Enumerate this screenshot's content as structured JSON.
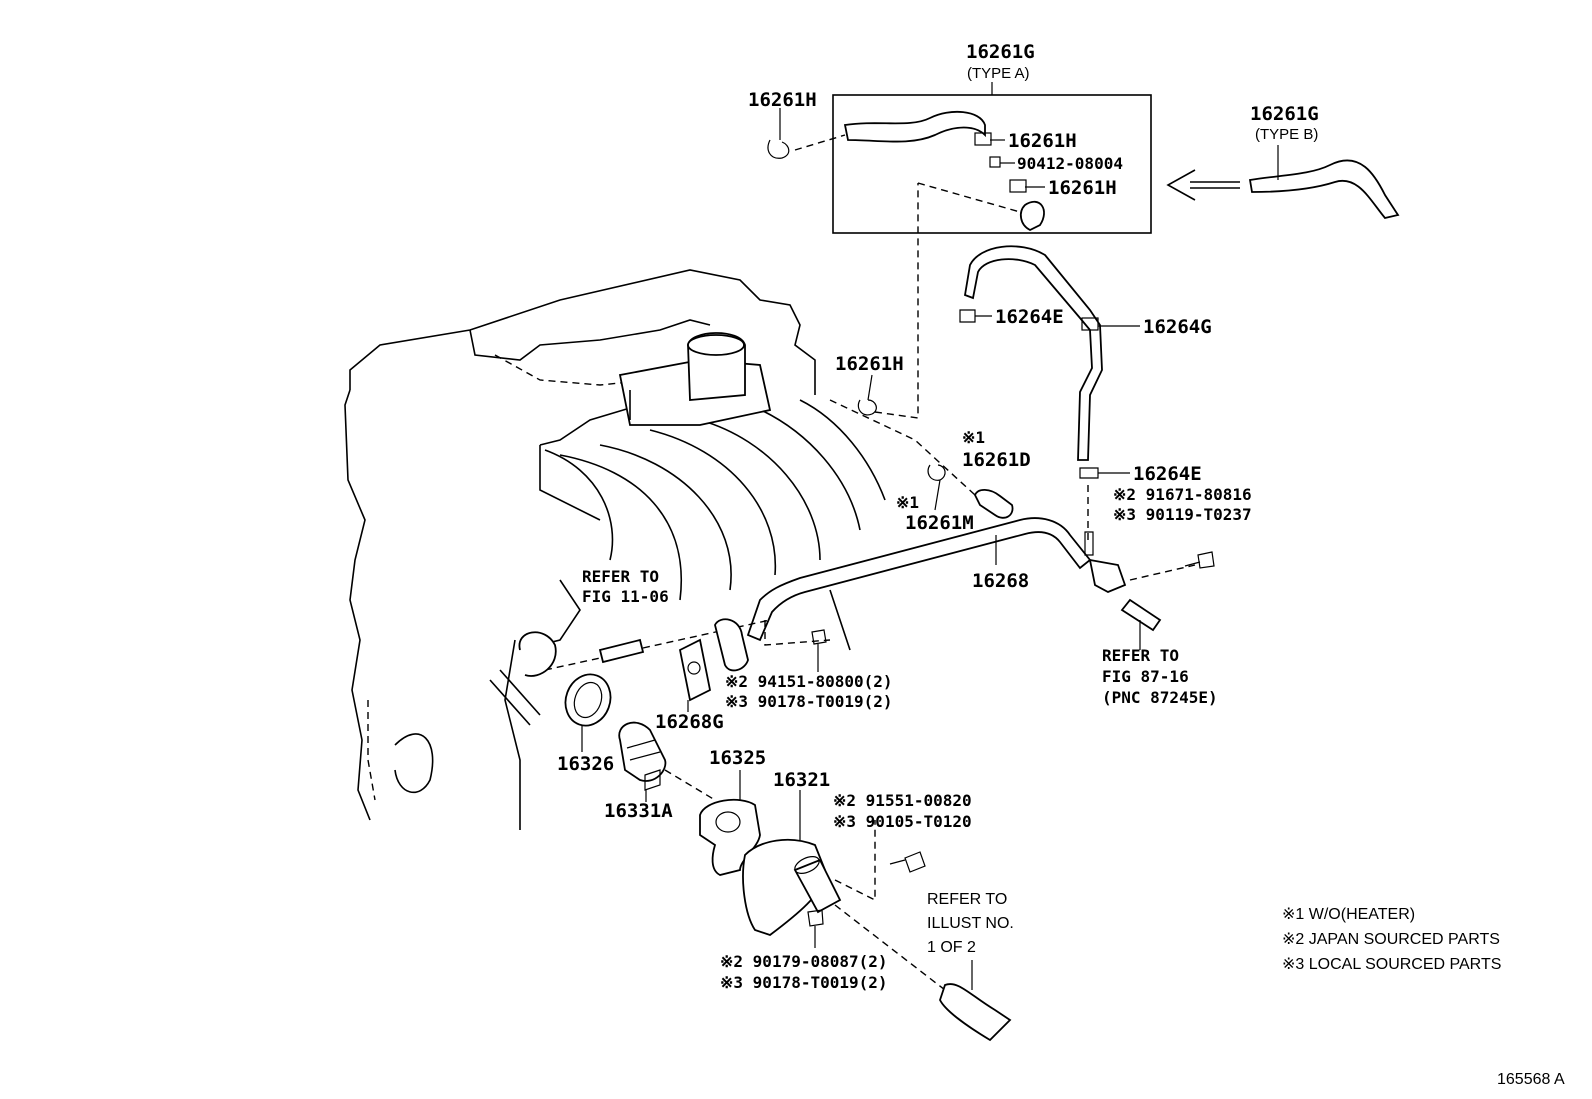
{
  "callouts": {
    "p16261G_a": "16261G",
    "type_a": "(TYPE A)",
    "p16261H_top": "16261H",
    "p16261H_box1": "16261H",
    "p90412": "90412-08004",
    "p16261H_box2": "16261H",
    "p16261G_b": "16261G",
    "type_b": "(TYPE B)",
    "p16264E_top": "16264E",
    "p16264G": "16264G",
    "p16261H_mid": "16261H",
    "mark1_a": "※1",
    "p16261D": "16261D",
    "p16264E_low": "16264E",
    "note_91671": "※2 91671-80816",
    "note_90119": "※3 90119-T0237",
    "mark1_b": "※1",
    "p16261M": "16261M",
    "p16268": "16268",
    "ref_11_06_l1": "REFER TO",
    "ref_11_06_l2": "FIG 11-06",
    "ref_87_16_l1": "REFER TO",
    "ref_87_16_l2": "FIG 87-16",
    "ref_87_16_l3": "(PNC 87245E)",
    "note_94151": "※2 94151-80800(2)",
    "note_90178a": "※3 90178-T0019(2)",
    "p16268G": "16268G",
    "p16326": "16326",
    "p16325": "16325",
    "p16321": "16321",
    "p16331A": "16331A",
    "note_91551": "※2 91551-00820",
    "note_90105": "※3 90105-T0120",
    "ref_illust_l1": "REFER TO",
    "ref_illust_l2": "ILLUST NO.",
    "ref_illust_l3": "1 OF 2",
    "note_90179": "※2 90179-08087(2)",
    "note_90178b": "※3 90178-T0019(2)"
  },
  "legend": [
    "※1 W/O(HEATER)",
    "※2 JAPAN SOURCED PARTS",
    "※3 LOCAL SOURCED PARTS"
  ],
  "figure_id": "165568 A"
}
